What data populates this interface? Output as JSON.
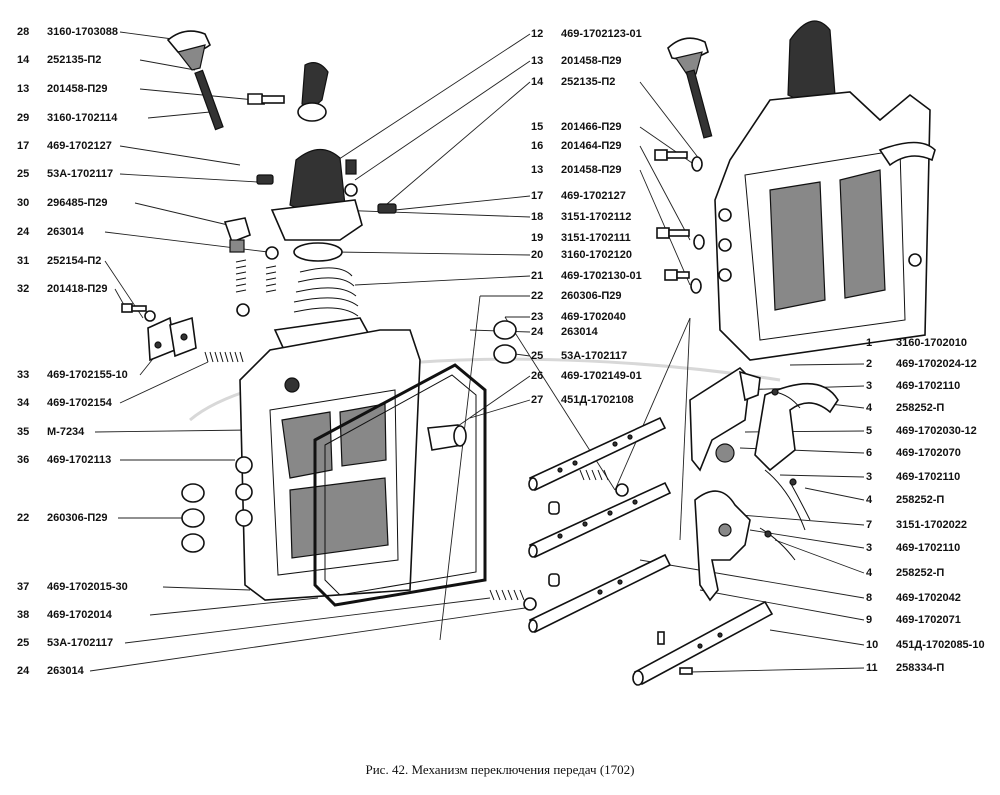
{
  "caption": "Рис. 42. Механизм переключения передач (1702)",
  "left_labels": [
    {
      "num": "28",
      "code": "3160-1703088"
    },
    {
      "num": "14",
      "code": "252135-П2"
    },
    {
      "num": "13",
      "code": "201458-П29"
    },
    {
      "num": "29",
      "code": "3160-1702114"
    },
    {
      "num": "17",
      "code": "469-1702127"
    },
    {
      "num": "25",
      "code": "53А-1702117"
    },
    {
      "num": "30",
      "code": "296485-П29"
    },
    {
      "num": "24",
      "code": "263014"
    },
    {
      "num": "31",
      "code": "252154-П2"
    },
    {
      "num": "32",
      "code": "201418-П29"
    },
    {
      "num": "33",
      "code": "469-1702155-10"
    },
    {
      "num": "34",
      "code": "469-1702154"
    },
    {
      "num": "35",
      "code": "М-7234"
    },
    {
      "num": "36",
      "code": "469-1702113"
    },
    {
      "num": "22",
      "code": "260306-П29"
    },
    {
      "num": "37",
      "code": "469-1702015-30"
    },
    {
      "num": "38",
      "code": "469-1702014"
    },
    {
      "num": "25",
      "code": "53А-1702117"
    },
    {
      "num": "24",
      "code": "263014"
    }
  ],
  "center_labels": [
    {
      "num": "12",
      "code": "469-1702123-01"
    },
    {
      "num": "13",
      "code": "201458-П29"
    },
    {
      "num": "14",
      "code": "252135-П2"
    },
    {
      "num": "15",
      "code": "201466-П29"
    },
    {
      "num": "16",
      "code": "201464-П29"
    },
    {
      "num": "13",
      "code": "201458-П29"
    },
    {
      "num": "17",
      "code": "469-1702127"
    },
    {
      "num": "18",
      "code": "3151-1702112"
    },
    {
      "num": "19",
      "code": "3151-1702111"
    },
    {
      "num": "20",
      "code": "3160-1702120"
    },
    {
      "num": "21",
      "code": "469-1702130-01"
    },
    {
      "num": "22",
      "code": "260306-П29"
    },
    {
      "num": "23",
      "code": "469-1702040"
    },
    {
      "num": "24",
      "code": "263014"
    },
    {
      "num": "25",
      "code": "53А-1702117"
    },
    {
      "num": "26",
      "code": "469-1702149-01"
    },
    {
      "num": "27",
      "code": "451Д-1702108"
    }
  ],
  "right_labels": [
    {
      "num": "1",
      "code": "3160-1702010"
    },
    {
      "num": "2",
      "code": "469-1702024-12"
    },
    {
      "num": "3",
      "code": "469-1702110"
    },
    {
      "num": "4",
      "code": "258252-П"
    },
    {
      "num": "5",
      "code": "469-1702030-12"
    },
    {
      "num": "6",
      "code": "469-1702070"
    },
    {
      "num": "3",
      "code": "469-1702110"
    },
    {
      "num": "4",
      "code": "258252-П"
    },
    {
      "num": "7",
      "code": "3151-1702022"
    },
    {
      "num": "3",
      "code": "469-1702110"
    },
    {
      "num": "4",
      "code": "258252-П"
    },
    {
      "num": "8",
      "code": "469-1702042"
    },
    {
      "num": "9",
      "code": "469-1702071"
    },
    {
      "num": "10",
      "code": "451Д-1702085-10"
    },
    {
      "num": "11",
      "code": "258334-П"
    }
  ]
}
